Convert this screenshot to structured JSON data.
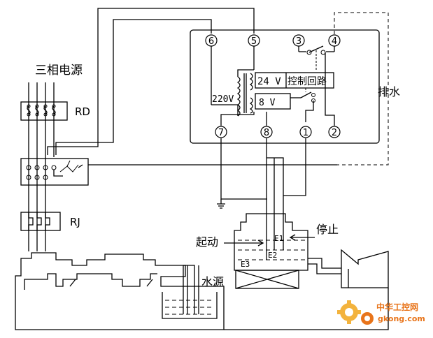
{
  "labels": {
    "power_source": "三相电源",
    "fuse": "RD",
    "thermal_relay": "RJ",
    "drain": "排水",
    "start": "起动",
    "stop": "停止",
    "water_source": "水源",
    "volt_220": "220V",
    "volt_24": "24 V",
    "volt_8": "8 V",
    "control_circuit": "控制回路",
    "e1": "E1",
    "e2": "E2",
    "e3": "E3"
  },
  "terminals": {
    "t1": "1",
    "t2": "2",
    "t3": "3",
    "t4": "4",
    "t5": "5",
    "t6": "6",
    "t7": "7",
    "t8": "8"
  },
  "watermark": {
    "title": "中华工控网",
    "url": "gkong.com",
    "color_primary": "#e8741a",
    "color_secondary": "#f3b33d"
  }
}
